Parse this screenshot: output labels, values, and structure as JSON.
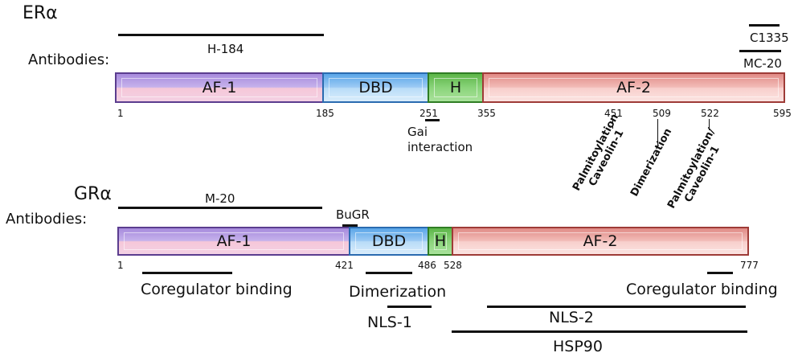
{
  "er": {
    "title": "ERα",
    "antibodies_label": "Antibodies:",
    "antibody_h184": "H-184",
    "antibody_c1335": "C1335",
    "antibody_mc20": "MC-20",
    "domains": {
      "af1": "AF-1",
      "dbd": "DBD",
      "h": "H",
      "af2": "AF-2"
    },
    "ticks": {
      "t1": "1",
      "t185": "185",
      "t251": "251",
      "t355": "355",
      "t451": "451",
      "t509": "509",
      "t522": "522",
      "t595": "595"
    },
    "gai_line1": "Gai",
    "gai_line2": "interaction",
    "site1_line1": "Palmitoylation",
    "site1_line2": "Caveolin-1",
    "site2": "Dimerization",
    "site3_line1": "Palmitoylation/",
    "site3_line2": "Caveolin-1"
  },
  "gr": {
    "title": "GRα",
    "antibodies_label": "Antibodies:",
    "antibody_m20": "M-20",
    "antibody_bugr": "BuGR",
    "domains": {
      "af1": "AF-1",
      "dbd": "DBD",
      "h": "H",
      "af2": "AF-2"
    },
    "ticks": {
      "t1": "1",
      "t421": "421",
      "t486": "486",
      "t528": "528",
      "t777": "777"
    },
    "coreg_left": "Coregulator binding",
    "dimerization": "Dimerization",
    "nls1": "NLS-1",
    "coreg_right": "Coregulator binding",
    "nls2": "NLS-2",
    "hsp90": "HSP90"
  }
}
